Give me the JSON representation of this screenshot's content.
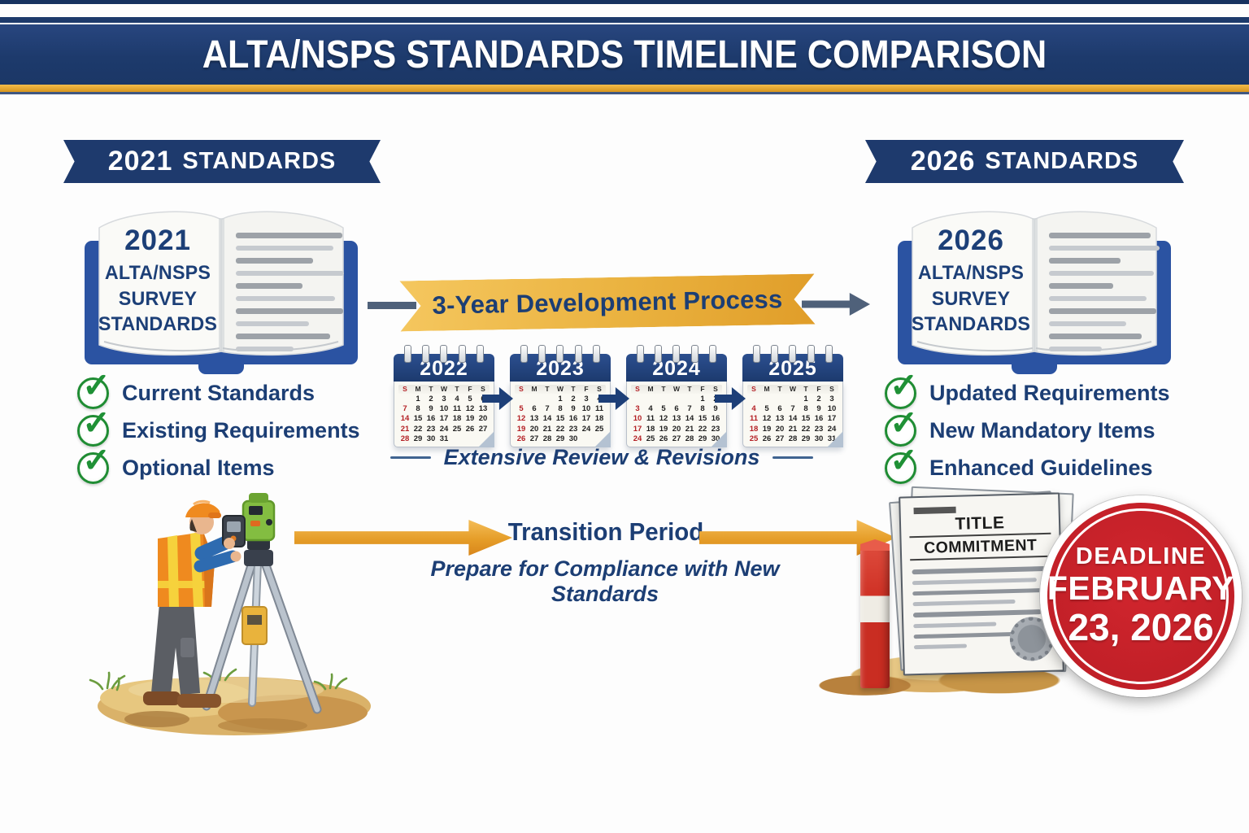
{
  "header": {
    "title": "ALTA/NSPS STANDARDS TIMELINE COMPARISON"
  },
  "left": {
    "ribbon_year": "2021",
    "ribbon_label": "STANDARDS",
    "book": {
      "year": "2021",
      "line2": "ALTA/NSPS",
      "line3": "SURVEY",
      "line4": "STANDARDS"
    },
    "checklist": [
      "Current Standards",
      "Existing Requirements",
      "Optional Items"
    ]
  },
  "process": {
    "banner": "3-Year Development Process",
    "review_label": "Extensive Review & Revisions",
    "day_headers": [
      "S",
      "M",
      "T",
      "W",
      "T",
      "F",
      "S"
    ],
    "calendars": [
      {
        "year": "2022",
        "weeks": [
          [
            "",
            "1",
            "2",
            "3",
            "4",
            "5",
            "6"
          ],
          [
            "7",
            "8",
            "9",
            "10",
            "11",
            "12",
            "13"
          ],
          [
            "14",
            "15",
            "16",
            "17",
            "18",
            "19",
            "20"
          ],
          [
            "21",
            "22",
            "23",
            "24",
            "25",
            "26",
            "27"
          ],
          [
            "28",
            "29",
            "30",
            "31",
            "",
            "",
            ""
          ]
        ]
      },
      {
        "year": "2023",
        "weeks": [
          [
            "",
            "",
            "",
            "1",
            "2",
            "3",
            "4"
          ],
          [
            "5",
            "6",
            "7",
            "8",
            "9",
            "10",
            "11"
          ],
          [
            "12",
            "13",
            "14",
            "15",
            "16",
            "17",
            "18"
          ],
          [
            "19",
            "20",
            "21",
            "22",
            "23",
            "24",
            "25"
          ],
          [
            "26",
            "27",
            "28",
            "29",
            "30",
            "",
            ""
          ]
        ]
      },
      {
        "year": "2024",
        "weeks": [
          [
            "",
            "",
            "",
            "",
            "",
            "1",
            "2"
          ],
          [
            "3",
            "4",
            "5",
            "6",
            "7",
            "8",
            "9"
          ],
          [
            "10",
            "11",
            "12",
            "13",
            "14",
            "15",
            "16"
          ],
          [
            "17",
            "18",
            "19",
            "20",
            "21",
            "22",
            "23"
          ],
          [
            "24",
            "25",
            "26",
            "27",
            "28",
            "29",
            "30"
          ]
        ]
      },
      {
        "year": "2025",
        "weeks": [
          [
            "",
            "",
            "",
            "",
            "1",
            "2",
            "3"
          ],
          [
            "4",
            "5",
            "6",
            "7",
            "8",
            "9",
            "10"
          ],
          [
            "11",
            "12",
            "13",
            "14",
            "15",
            "16",
            "17"
          ],
          [
            "18",
            "19",
            "20",
            "21",
            "22",
            "23",
            "24"
          ],
          [
            "25",
            "26",
            "27",
            "28",
            "29",
            "30",
            "31"
          ]
        ]
      }
    ]
  },
  "transition": {
    "title": "Transition Period",
    "subtitle": "Prepare for Compliance with New Standards"
  },
  "right": {
    "ribbon_year": "2026",
    "ribbon_label": "STANDARDS",
    "book": {
      "year": "2026",
      "line2": "ALTA/NSPS",
      "line3": "SURVEY",
      "line4": "STANDARDS"
    },
    "checklist": [
      "Updated Requirements",
      "New Mandatory Items",
      "Enhanced Guidelines"
    ]
  },
  "document": {
    "title_line1": "TITLE",
    "title_line2": "COMMITMENT"
  },
  "deadline": {
    "label": "DEADLINE",
    "month": "FEBRUARY",
    "day_year": "23, 2026"
  },
  "colors": {
    "navy": "#1e3a6d",
    "text_navy": "#1c3e74",
    "gold": "#eab545",
    "gold_stripe": "#e2a71e",
    "orange": "#e5981f",
    "red": "#c5222a",
    "green": "#1e8c33",
    "slate": "#4f617a",
    "cal_red": "#b42025"
  }
}
